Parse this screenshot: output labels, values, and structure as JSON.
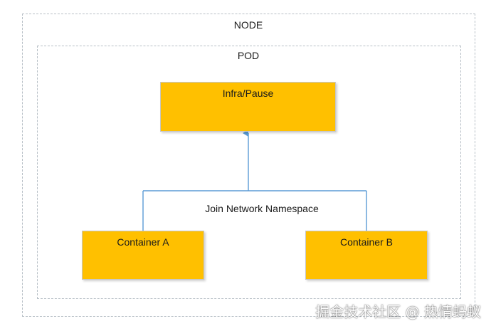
{
  "diagram": {
    "node_label": "NODE",
    "pod_label": "POD",
    "infra_label": "Infra/Pause",
    "container_a_label": "Container A",
    "container_b_label": "Container B",
    "join_label": "Join Network Namespace"
  },
  "watermark": "掘金技术社区 @ 热情蚂蚁",
  "colors": {
    "box_fill": "#FFC000",
    "connector": "#5B9BD5",
    "dashed_border": "#B7BFC6",
    "background": "#FFFFFF"
  }
}
